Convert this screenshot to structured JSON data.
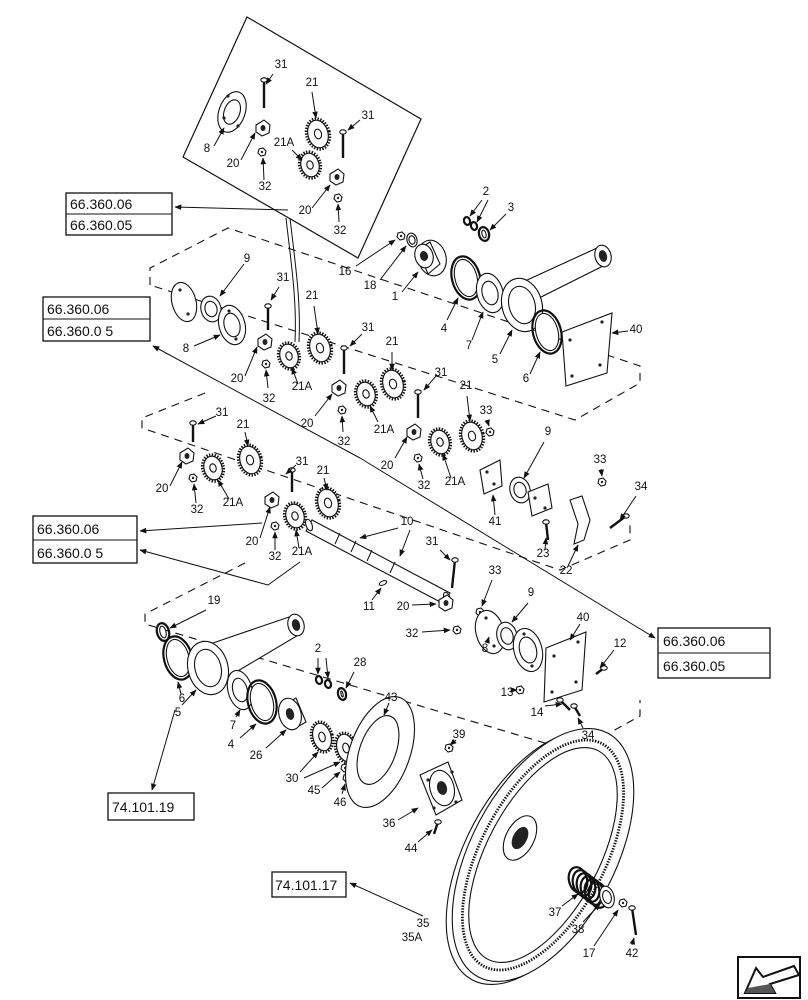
{
  "diagram": {
    "reference_boxes": [
      {
        "upper": "66.360.06",
        "lower": "66.360.05"
      },
      {
        "upper": "66.360.06",
        "lower": "66.360.0 5"
      },
      {
        "upper": "66.360.06",
        "lower": "66.360.0 5"
      },
      {
        "upper": "66.360.06",
        "lower": "66.360.05"
      }
    ],
    "section_refs": [
      "74.101.19",
      "74.101.17"
    ],
    "callouts": [
      "31",
      "21",
      "31",
      "8",
      "21A",
      "20",
      "32",
      "20",
      "32",
      "2",
      "3",
      "16",
      "18",
      "1",
      "9",
      "31",
      "21",
      "4",
      "7",
      "5",
      "40",
      "6",
      "8",
      "31",
      "21",
      "20",
      "21A",
      "32",
      "31",
      "21",
      "20",
      "32",
      "21A",
      "33",
      "31",
      "21",
      "9",
      "20",
      "32",
      "21A",
      "31",
      "21",
      "33",
      "34",
      "20",
      "32",
      "21A",
      "41",
      "10",
      "23",
      "22",
      "20",
      "32",
      "21A",
      "31",
      "33",
      "9",
      "11",
      "20",
      "19",
      "40",
      "32",
      "12",
      "2",
      "28",
      "8",
      "13",
      "14",
      "6",
      "5",
      "7",
      "4",
      "43",
      "34",
      "26",
      "39",
      "30",
      "45",
      "46",
      "36",
      "44",
      "35",
      "35A",
      "37",
      "38",
      "17",
      "42"
    ],
    "nav_icon": "arrow-down-left-icon"
  }
}
